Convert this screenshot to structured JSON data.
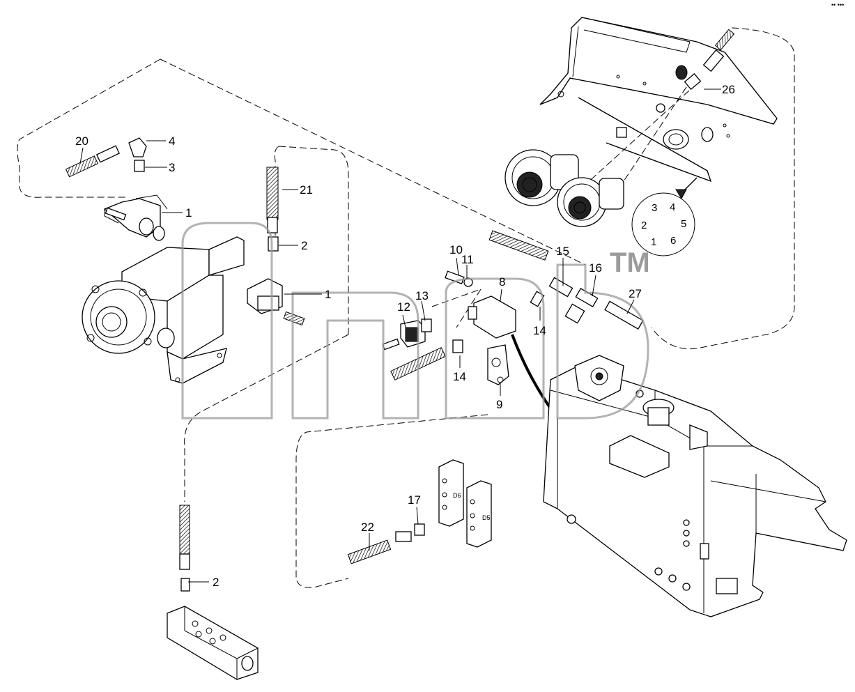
{
  "diagram": {
    "callouts": [
      {
        "id": "c20",
        "label": "20"
      },
      {
        "id": "c4",
        "label": "4"
      },
      {
        "id": "c3",
        "label": "3"
      },
      {
        "id": "c1a",
        "label": "1"
      },
      {
        "id": "c21",
        "label": "21"
      },
      {
        "id": "c2a",
        "label": "2"
      },
      {
        "id": "c1b",
        "label": "1"
      },
      {
        "id": "c10",
        "label": "10"
      },
      {
        "id": "c11",
        "label": "11"
      },
      {
        "id": "c8",
        "label": "8"
      },
      {
        "id": "c13",
        "label": "13"
      },
      {
        "id": "c12",
        "label": "12"
      },
      {
        "id": "c15",
        "label": "15"
      },
      {
        "id": "c16",
        "label": "16"
      },
      {
        "id": "c27",
        "label": "27"
      },
      {
        "id": "c14a",
        "label": "14"
      },
      {
        "id": "c14b",
        "label": "14"
      },
      {
        "id": "c9",
        "label": "9"
      },
      {
        "id": "c26",
        "label": "26"
      },
      {
        "id": "c17",
        "label": "17"
      },
      {
        "id": "c22",
        "label": "22"
      },
      {
        "id": "c2b",
        "label": "2"
      }
    ],
    "port_numbers": [
      "1",
      "2",
      "3",
      "4",
      "5",
      "6"
    ],
    "block_labels": [
      "D6",
      "D5"
    ],
    "watermark": "TM",
    "corner_mark": "•• •••"
  }
}
